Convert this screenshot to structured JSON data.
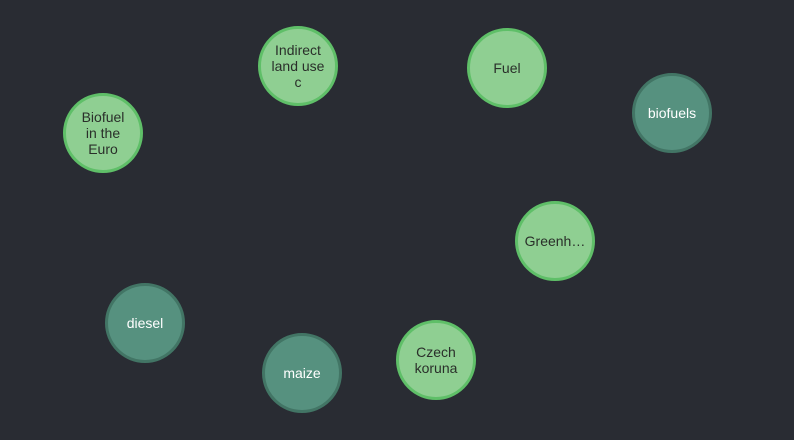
{
  "graph": {
    "nodes": [
      {
        "id": "n-indirect",
        "label": "Indirect\nland use\nc",
        "style": "light"
      },
      {
        "id": "n-fuel",
        "label": "Fuel",
        "style": "light"
      },
      {
        "id": "n-biofuels",
        "label": "biofuels",
        "style": "dark"
      },
      {
        "id": "n-biofuel-euro",
        "label": "Biofuel\nin the\nEuro",
        "style": "light"
      },
      {
        "id": "n-greenh",
        "label": "Greenh…",
        "style": "light"
      },
      {
        "id": "n-diesel",
        "label": "diesel",
        "style": "dark"
      },
      {
        "id": "n-maize",
        "label": "maize",
        "style": "dark"
      },
      {
        "id": "n-czech",
        "label": "Czech\nkoruna",
        "style": "light"
      }
    ]
  },
  "colors": {
    "background": "#292c33",
    "light_fill": "#8fcf92",
    "light_border": "#5fbf68",
    "dark_fill": "#56917f",
    "dark_border": "#427565"
  }
}
